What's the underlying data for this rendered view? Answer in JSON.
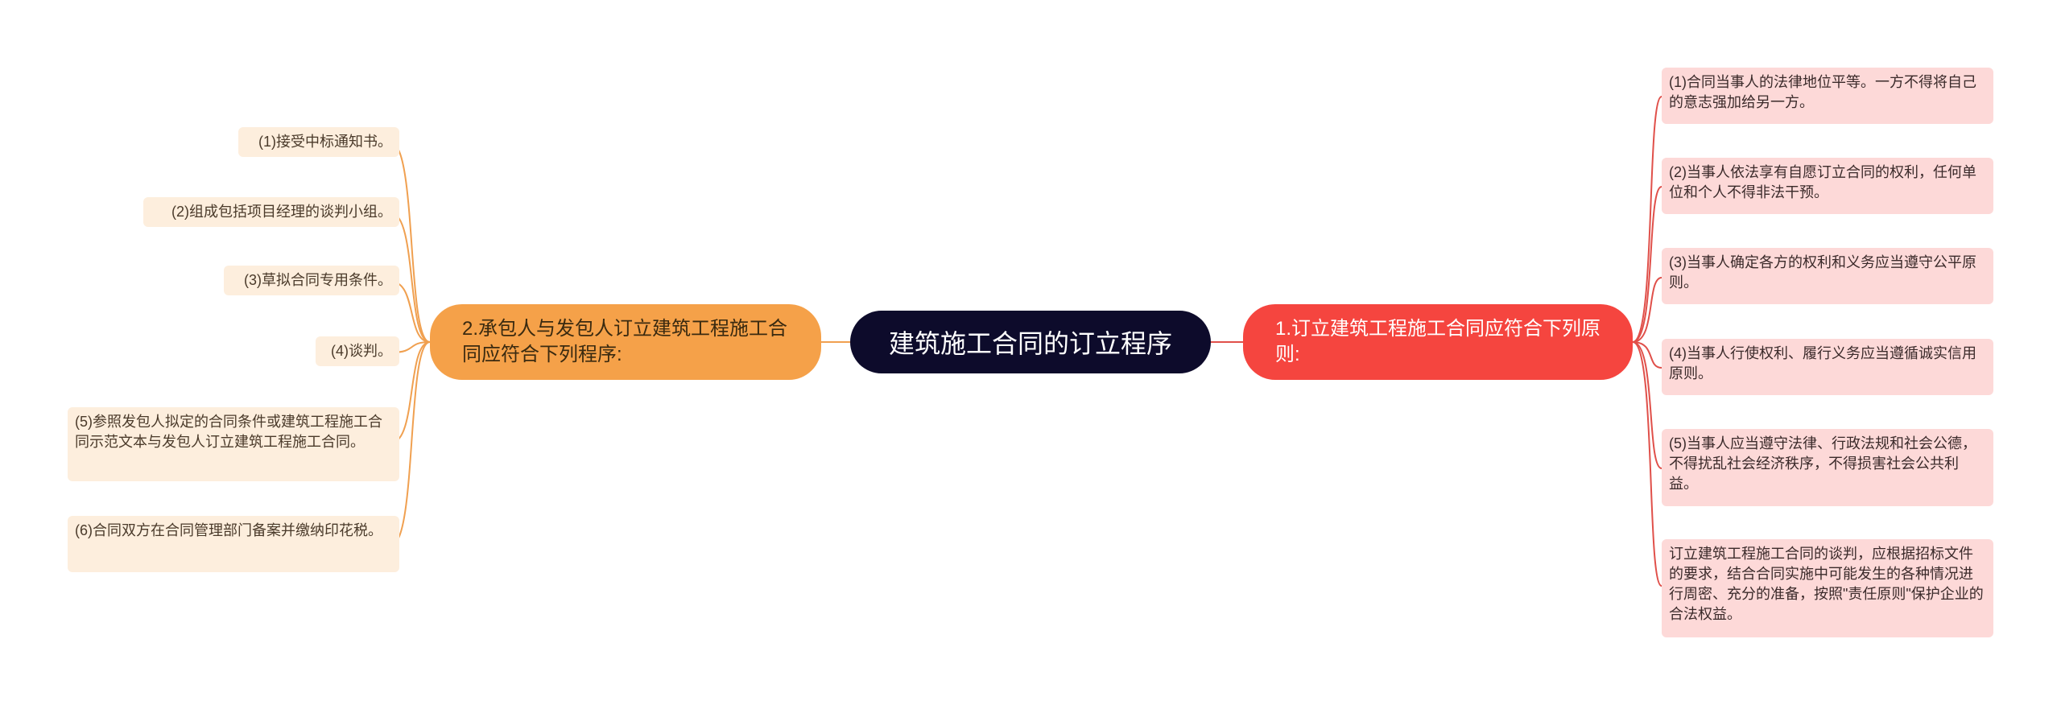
{
  "mindmap": {
    "root": "建筑施工合同的订立程序",
    "left_branch": {
      "label": "2.承包人与发包人订立建筑工程施工合同应符合下列程序:",
      "items": [
        "(1)接受中标通知书。",
        "(2)组成包括项目经理的谈判小组。",
        "(3)草拟合同专用条件。",
        "(4)谈判。",
        "(5)参照发包人拟定的合同条件或建筑工程施工合同示范文本与发包人订立建筑工程施工合同。",
        "(6)合同双方在合同管理部门备案并缴纳印花税。"
      ]
    },
    "right_branch": {
      "label": "1.订立建筑工程施工合同应符合下列原则:",
      "items": [
        "(1)合同当事人的法律地位平等。一方不得将自己的意志强加给另一方。",
        "(2)当事人依法享有自愿订立合同的权利，任何单位和个人不得非法干预。",
        "(3)当事人确定各方的权利和义务应当遵守公平原则。",
        "(4)当事人行使权利、履行义务应当遵循诚实信用原则。",
        "(5)当事人应当遵守法律、行政法规和社会公德，不得扰乱社会经济秩序，不得损害社会公共利益。",
        "订立建筑工程施工合同的谈判，应根据招标文件的要求，结合合同实施中可能发生的各种情况进行周密、充分的准备，按照\"责任原则\"保护企业的合法权益。"
      ]
    },
    "colors": {
      "root_bg": "#0d0b2b",
      "left_branch_bg": "#f5a149",
      "left_leaf_bg": "#fdeedd",
      "left_line": "#f0a050",
      "right_branch_bg": "#f5453f",
      "right_leaf_bg": "#fdd9d8",
      "right_line": "#e0504a"
    }
  }
}
